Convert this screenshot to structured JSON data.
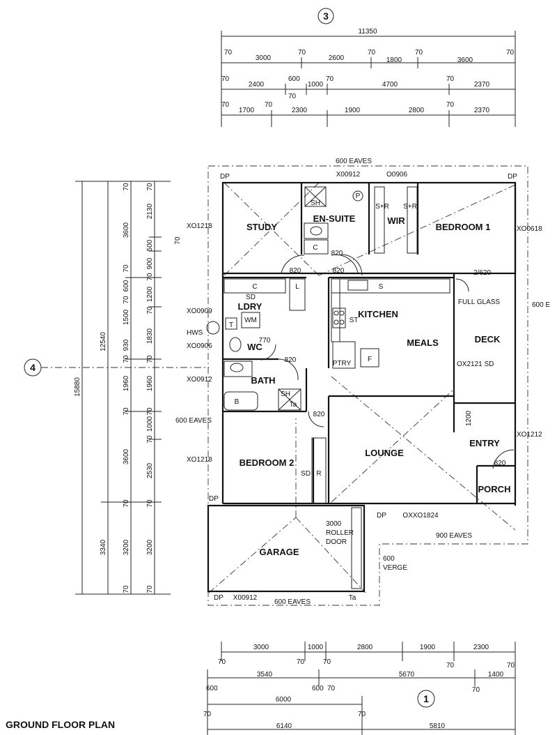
{
  "title": "GROUND FLOOR PLAN",
  "grid_refs": {
    "top": "3",
    "left": "4",
    "bottom": "1"
  },
  "rooms": {
    "study": "STUDY",
    "ensuite": "EN-SUITE",
    "wir": "WIR",
    "bedroom1": "BEDROOM 1",
    "laundry": "LDRY",
    "wc": "WC",
    "bath": "BATH",
    "kitchen": "KITCHEN",
    "meals": "MEALS",
    "deck": "DECK",
    "bedroom2": "BEDROOM 2",
    "lounge": "LOUNGE",
    "entry": "ENTRY",
    "porch": "PORCH",
    "garage": "GARAGE"
  },
  "fixtures": {
    "sh": "SH",
    "sr1": "S+R",
    "sr2": "S+R",
    "p": "P",
    "c1": "C",
    "c2": "C",
    "l": "L",
    "sd1": "SD",
    "sd2": "SD",
    "wm": "WM",
    "t": "T",
    "b": "B",
    "ta1": "Ta",
    "ta2": "Ta",
    "s": "S",
    "st": "ST",
    "ptry": "PTRY",
    "f": "F",
    "r": "R"
  },
  "labels": {
    "eaves_top": "600 EAVES",
    "eaves_left": "600 EAVES",
    "eaves_bottom": "600 EAVES",
    "eaves_lounge": "900 EAVES",
    "eaves_right": "600 E",
    "verge1": "600",
    "verge2": "VERGE",
    "roller1": "3000",
    "roller2": "ROLLER",
    "roller3": "DOOR",
    "full_glass": "FULL GLASS",
    "win_2620": "2/620",
    "dp1": "DP",
    "dp2": "DP",
    "dp3": "DP",
    "dp4": "DP",
    "dp5": "DP",
    "hws": "HWS",
    "door_ensuite": "820",
    "door_study": "820",
    "door_wir": "820",
    "door_wc": "770",
    "door_bath": "820",
    "door_bed2": "820",
    "door_entry": "820"
  },
  "windows": {
    "x00912_top": "X00912",
    "o0906": "O0906",
    "x01218_study": "XO1218",
    "x00618": "XO0618",
    "x00909": "XO0909",
    "x00906": "XO0906",
    "x00912_bath": "XO0912",
    "x01218_bed2": "XO1218",
    "x01212": "XO1212",
    "ox2121": "OX2121 SD",
    "oxx01824": "OXXO1824",
    "x00912_garage": "X00912"
  },
  "dimensions": {
    "top_r1": [
      "11350"
    ],
    "top_r2": [
      "70",
      "3000",
      "70",
      "2600",
      "70",
      "1800",
      "70",
      "3600",
      "70"
    ],
    "top_r3": [
      "70",
      "2400",
      "600",
      "70",
      "1000",
      "70",
      "4700",
      "70",
      "2370"
    ],
    "top_r4": [
      "70",
      "1700",
      "70",
      "2300",
      "1900",
      "2800",
      "70",
      "2370"
    ],
    "left_c1": [
      "15880"
    ],
    "left_c2": [
      "12540",
      "3340"
    ],
    "left_c3": [
      "70",
      "3600",
      "70",
      "600",
      "70",
      "1500",
      "930",
      "70",
      "1960",
      "70",
      "3600",
      "70",
      "3200",
      "70"
    ],
    "left_c4": [
      "70",
      "2130",
      "500",
      "70",
      "900",
      "70",
      "1200",
      "70",
      "1830",
      "70",
      "1960",
      "70",
      "1000",
      "70",
      "2530",
      "70",
      "3200",
      "70"
    ],
    "bottom_r1": [
      "3000",
      "1000",
      "2800",
      "1900",
      "2300"
    ],
    "bottom_r1b": [
      "70",
      "70",
      "70",
      "70",
      "70"
    ],
    "bottom_r2": [
      "3540",
      "5670",
      "1400"
    ],
    "bottom_r2b": [
      "600",
      "600",
      "70",
      "70"
    ],
    "bottom_r3": [
      "6000"
    ],
    "bottom_r3b": [
      "70",
      "70"
    ],
    "bottom_r4": [
      "6140",
      "5810"
    ]
  }
}
